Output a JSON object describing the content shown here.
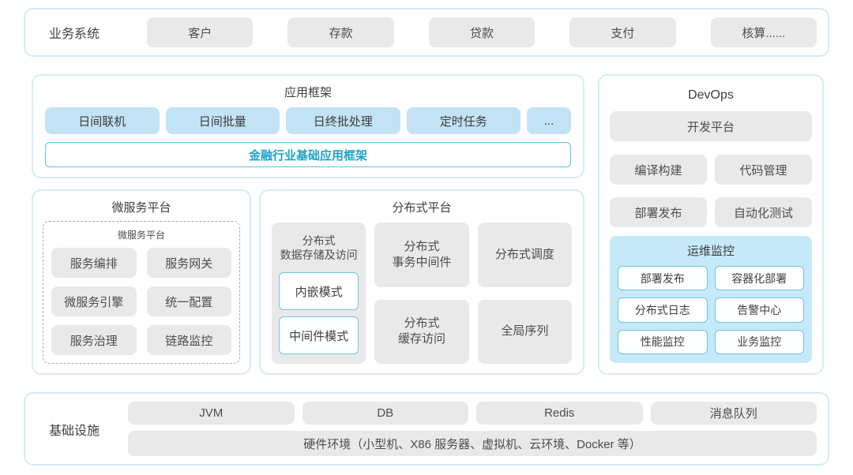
{
  "business": {
    "label": "业务系统",
    "items": [
      "客户",
      "存款",
      "贷款",
      "支付",
      "核算......"
    ]
  },
  "app_framework": {
    "title": "应用框架",
    "items": [
      "日间联机",
      "日间批量",
      "日终批处理",
      "定时任务",
      "..."
    ],
    "base_bar": "金融行业基础应用框架"
  },
  "microservice": {
    "title": "微服务平台",
    "inner_title": "微服务平台",
    "items": [
      "服务编排",
      "服务网关",
      "微服务引擎",
      "统一配置",
      "服务治理",
      "链路监控"
    ]
  },
  "distributed": {
    "title": "分布式平台",
    "storage": {
      "label": "分布式\n数据存储及访问",
      "modes": [
        "内嵌模式",
        "中间件模式"
      ]
    },
    "cells": [
      "分布式\n事务中间件",
      "分布式调度",
      "分布式\n缓存访问",
      "全局序列"
    ]
  },
  "devops": {
    "title": "DevOps",
    "platform": "开发平台",
    "items": [
      "编译构建",
      "代码管理",
      "部署发布",
      "自动化测试"
    ],
    "monitor": {
      "title": "运维监控",
      "items": [
        "部署发布",
        "容器化部署",
        "分布式日志",
        "告警中心",
        "性能监控",
        "业务监控"
      ]
    }
  },
  "infrastructure": {
    "label": "基础设施",
    "items": [
      "JVM",
      "DB",
      "Redis",
      "消息队列"
    ],
    "hardware": "硬件环境（小型机、X86 服务器、虚拟机、云环境、Docker 等）"
  },
  "colors": {
    "panel_border": "#d4ecf6",
    "gray_chip_bg": "#e9e9ea",
    "blue_chip_bg": "#c2e3f5",
    "cyan_border": "#5fc0da",
    "cyan_text": "#1ba3c9",
    "monitor_bg": "#c6e9fa",
    "body_text": "#4a4a4a"
  }
}
